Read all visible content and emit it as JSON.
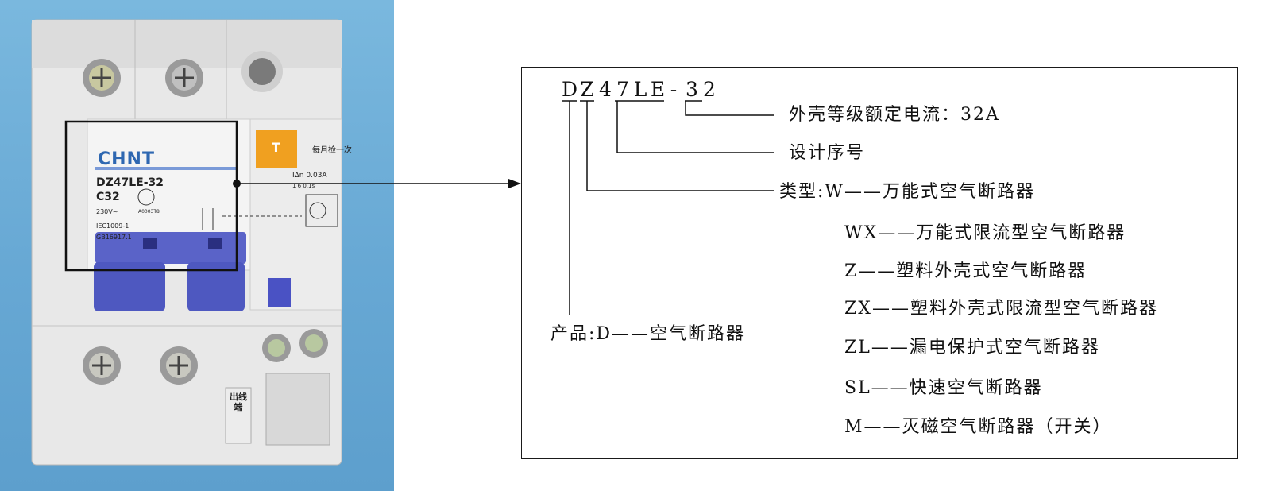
{
  "photo": {
    "device_label": "CHNT",
    "model": "DZ47LE-32",
    "rating": "C32",
    "voltage": "230V~",
    "standard_1": "IEC1009-1",
    "standard_2": "GB16917.1",
    "cert_code": "A0003T8",
    "test_button_letter": "T",
    "test_note": "每月检一次",
    "sensitivity_label": "IΔn  0.03A",
    "sensitivity_values": "1  6 0.1s",
    "outlet_label": "出线端"
  },
  "code": {
    "chars": [
      "D",
      "Z",
      "4",
      "7",
      "L",
      "E",
      "-",
      "3",
      "2"
    ]
  },
  "annotations": {
    "rated_current": "外壳等级额定电流：32A",
    "design_number": "设计序号",
    "type_heading": "类型:W——万能式空气断路器",
    "type_items": [
      "WX——万能式限流型空气断路器",
      "Z——塑料外壳式空气断路器",
      "ZX——塑料外壳式限流型空气断路器",
      "ZL——漏电保护式空气断路器",
      "SL——快速空气断路器",
      "M——灭磁空气断路器（开关）"
    ],
    "product": "产品:D——空气断路器"
  },
  "colors": {
    "background_blue": "#6aaad6",
    "brand_blue": "#2e67b1",
    "handle_blue": "#5a63c8",
    "test_orange": "#f0a020"
  }
}
